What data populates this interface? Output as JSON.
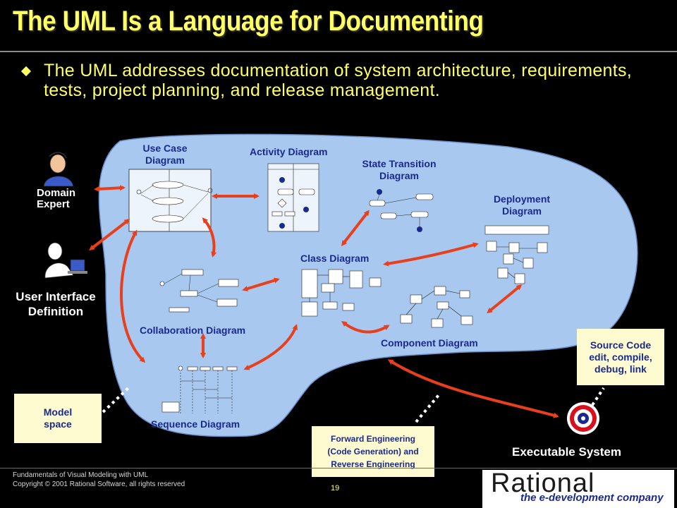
{
  "slide": {
    "title": "The UML Is a Language for Documenting",
    "bullet": "The UML addresses documentation of system architecture, requirements, tests, project planning, and release management."
  },
  "diagrams": {
    "use_case": "Use Case Diagram",
    "activity": "Activity Diagram",
    "state_transition": "State Transition Diagram",
    "deployment": "Deployment Diagram",
    "class": "Class Diagram",
    "collaboration": "Collaboration Diagram",
    "component": "Component Diagram",
    "sequence": "Sequence Diagram"
  },
  "actors": {
    "domain_expert": "Domain Expert",
    "ui_definition": "User Interface Definition",
    "executable": "Executable System"
  },
  "notes": {
    "model_space": "Model space",
    "source_code": "Source Code edit, compile, debug, link",
    "engineering": "Forward Engineering (Code Generation) and Reverse Engineering"
  },
  "footer": {
    "line1": "Fundamentals of Visual Modeling with UML",
    "line2": "Copyright © 2001 Rational Software, all rights reserved",
    "page": "19"
  },
  "logo": {
    "name": "Rational",
    "tagline": "the e-development company"
  },
  "colors": {
    "title": "#ffff66",
    "model_space_fill": "#a8c8f0",
    "label": "#1a2a8c",
    "arrow": "#e8401c",
    "note_fill": "#fffbd0"
  }
}
